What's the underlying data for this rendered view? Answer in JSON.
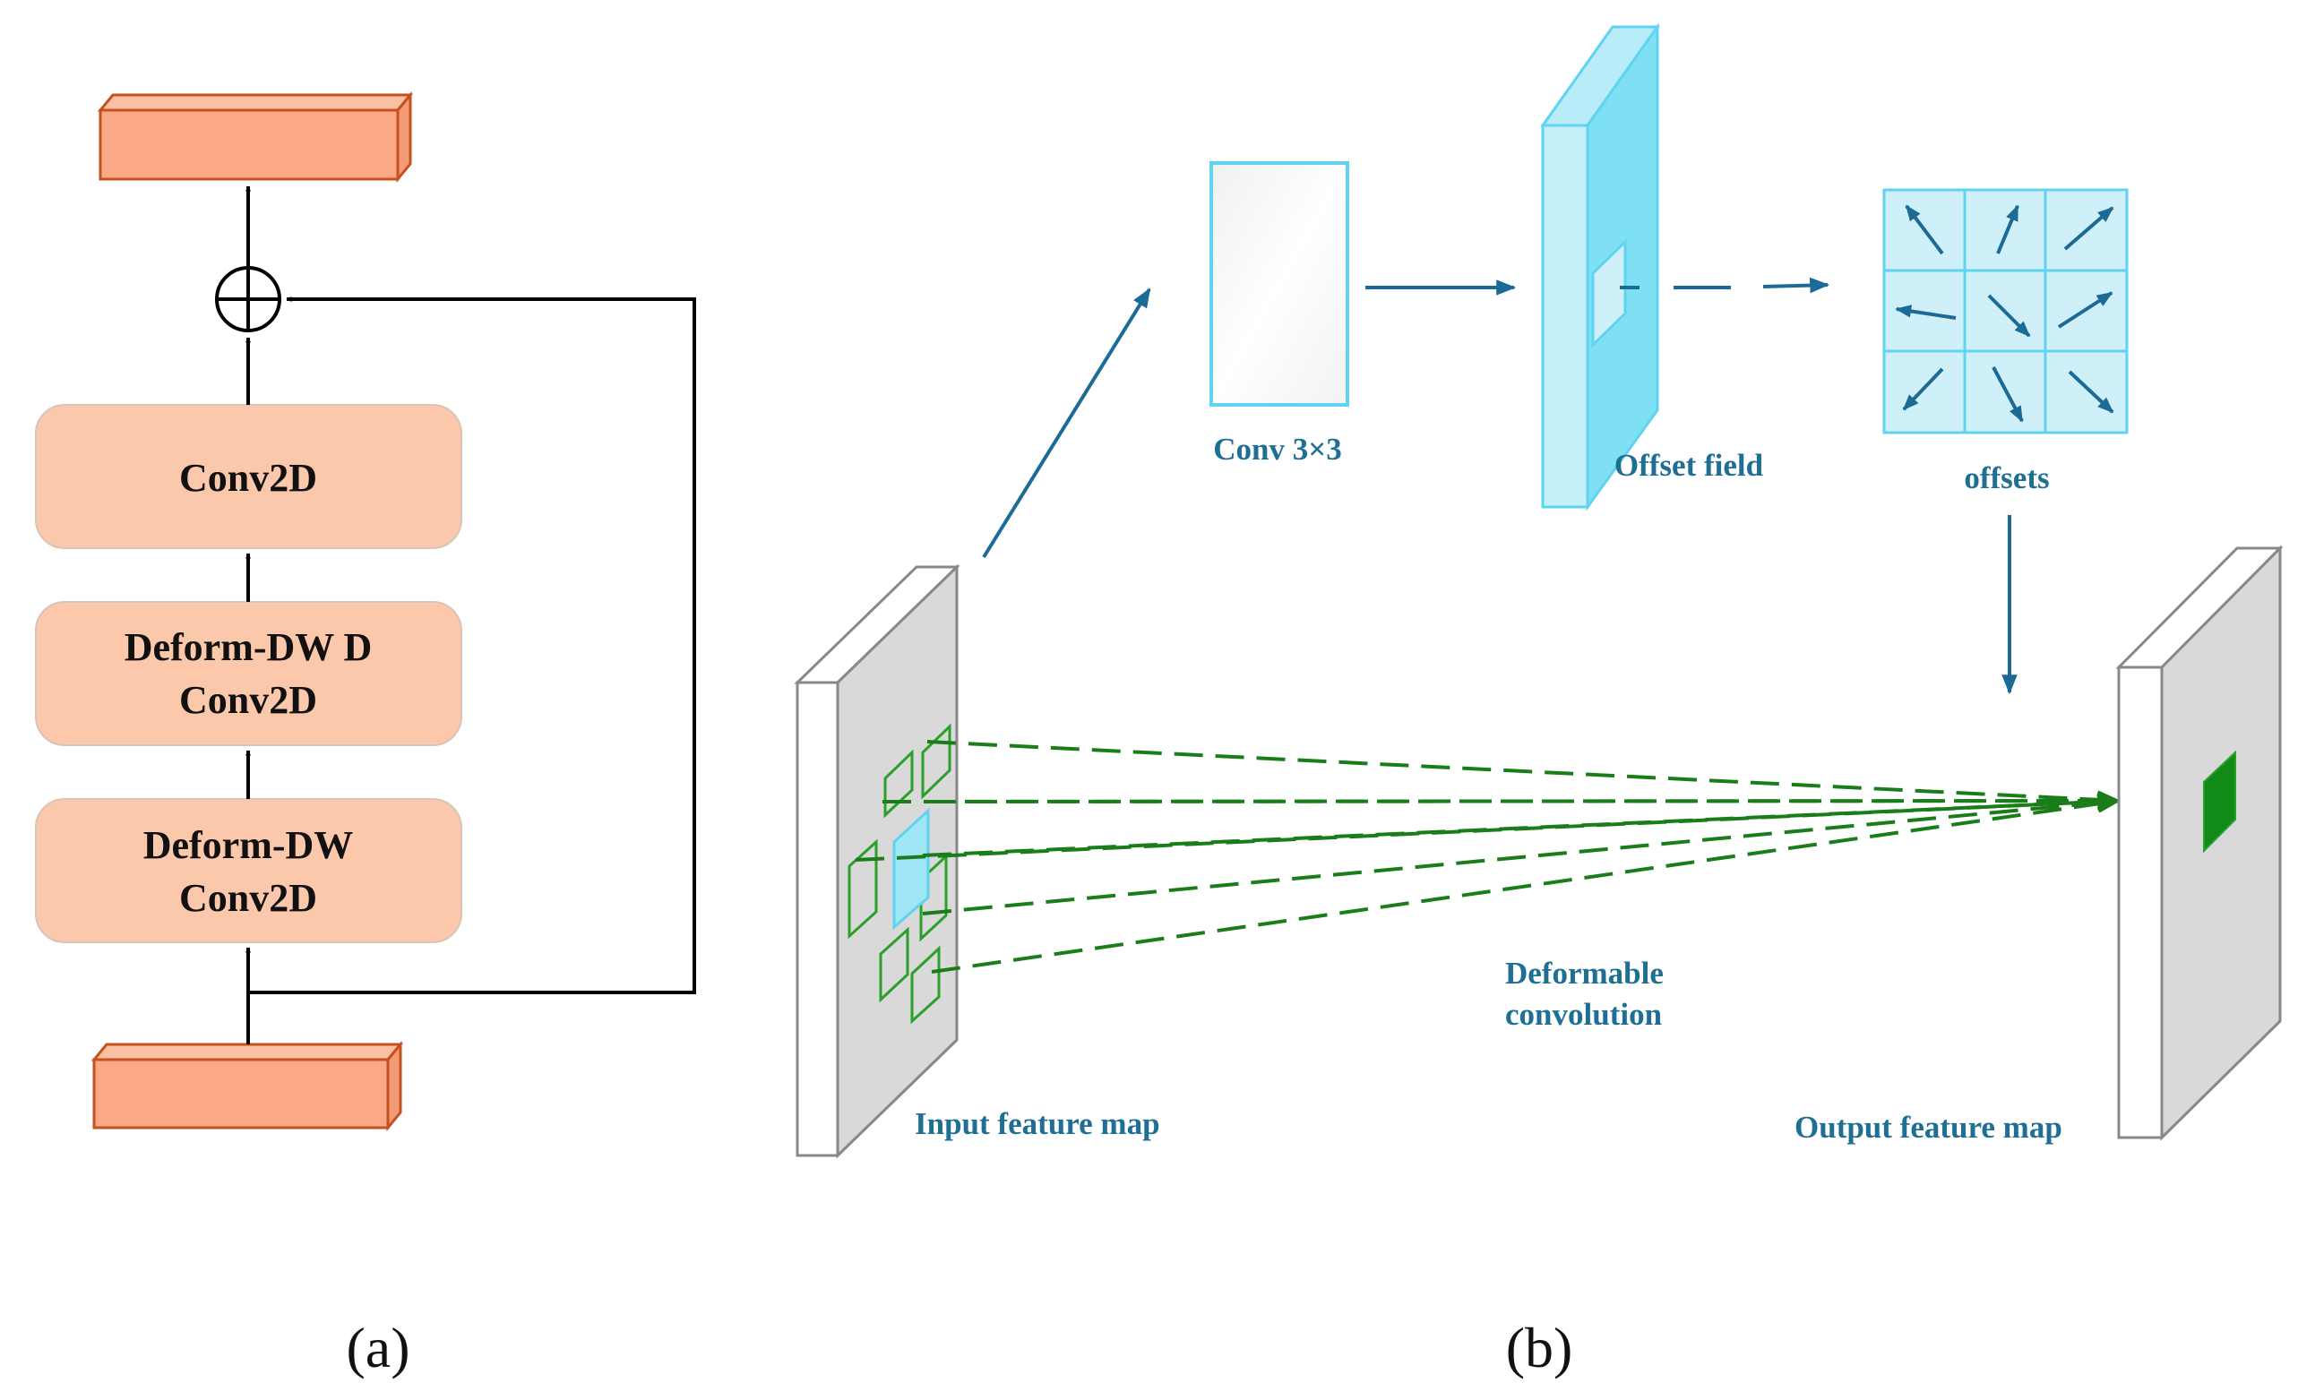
{
  "colors": {
    "block_fill": "#fbc8ac",
    "block_stroke": "#d8c4b8",
    "tensor_fill": "#fba886",
    "tensor_stroke": "#c5521e",
    "cyan_fill": "#cfeff9",
    "cyan_stroke": "#5fd3ef",
    "offset_field_fill": "#7fe0f4",
    "arrow_blue": "#1c6a96",
    "green": "#1a7d1a",
    "text_blue": "#1f6f95"
  },
  "panel_a": {
    "label": "(a)",
    "blocks": [
      {
        "lines": [
          "Conv2D"
        ]
      },
      {
        "lines": [
          "Deform-DW D",
          "Conv2D"
        ]
      },
      {
        "lines": [
          "Deform-DW",
          "Conv2D"
        ]
      }
    ],
    "add_symbol": "⊕"
  },
  "panel_b": {
    "label": "(b)",
    "conv_label": "Conv 3×3",
    "offset_field_label": "Offset field",
    "offsets_label": "offsets",
    "input_label": "Input feature map",
    "output_label": "Output feature map",
    "deformable_label": [
      "Deformable",
      "convolution"
    ],
    "offset_arrow_icons": [
      "arrow-up-left-icon",
      "arrow-up-right-icon",
      "arrow-up-right-icon",
      "arrow-left-icon",
      "arrow-down-right-icon",
      "arrow-up-right-icon",
      "arrow-down-left-icon",
      "arrow-down-right-icon",
      "arrow-down-right-icon"
    ]
  }
}
